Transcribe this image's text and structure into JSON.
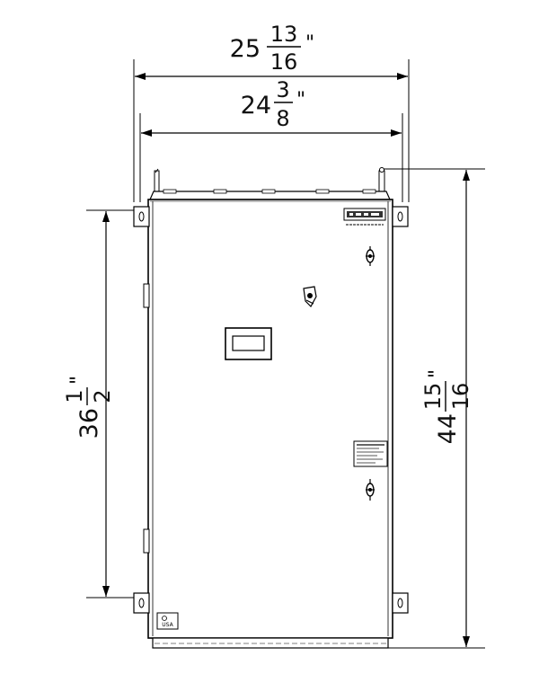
{
  "dimensions": {
    "overall_width": {
      "whole": "25",
      "numerator": "13",
      "denominator": "16",
      "unit": "\""
    },
    "body_width": {
      "whole": "24",
      "numerator": "3",
      "denominator": "8",
      "unit": "\""
    },
    "mount_height": {
      "whole": "36",
      "numerator": "1",
      "denominator": "2",
      "unit": "\""
    },
    "overall_height": {
      "whole": "44",
      "numerator": "15",
      "denominator": "16",
      "unit": "\""
    }
  },
  "labels": {
    "usa_mark": "USA"
  }
}
